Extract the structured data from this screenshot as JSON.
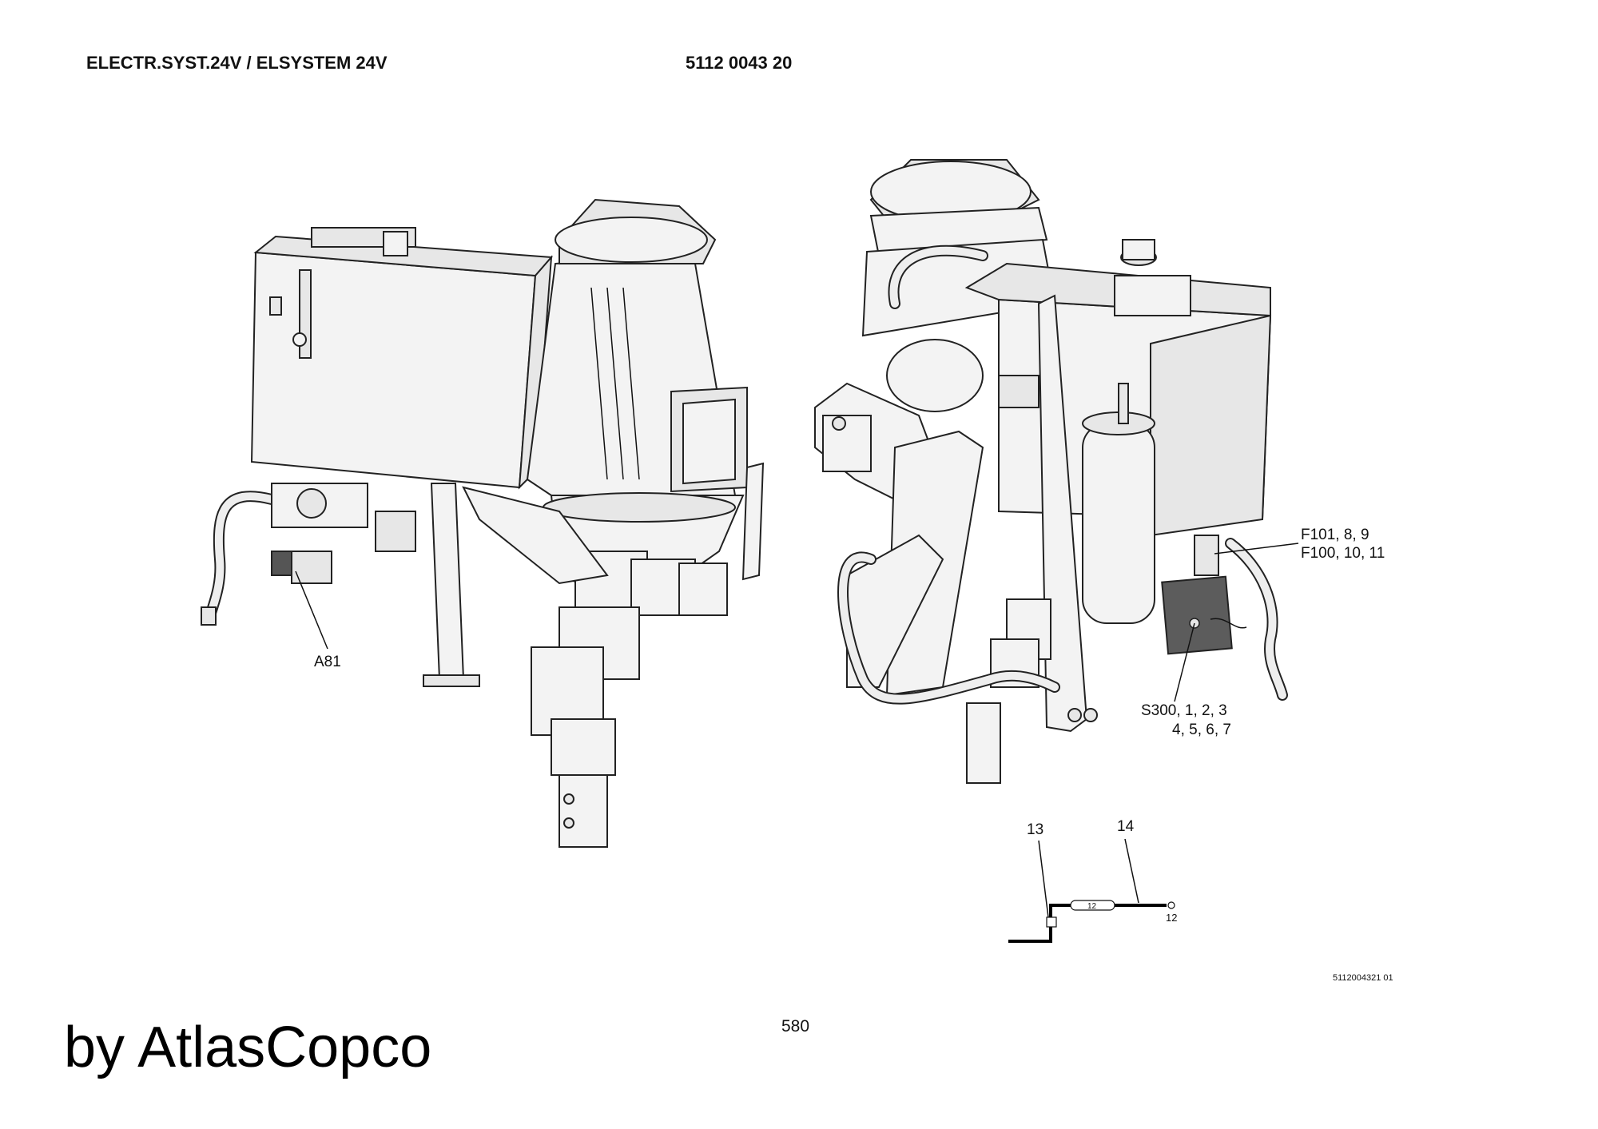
{
  "header": {
    "title": "ELECTR.SYST.24V / ELSYSTEM 24V",
    "part_number": "5112 0043 20"
  },
  "labels": {
    "a81": "A81",
    "f101": "F101, 8, 9",
    "f100": "F100, 10, 11",
    "s300_line1": "S300, 1, 2, 3",
    "s300_line2": "4, 5, 6, 7",
    "item13": "13",
    "item14": "14",
    "cable_mark": "12",
    "cable_end": "12"
  },
  "drawing_number": "5112004321 01",
  "page_number": "580",
  "brand": "by AtlasCopco"
}
